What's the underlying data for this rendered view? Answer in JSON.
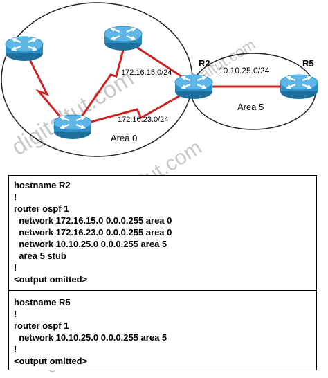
{
  "diagram": {
    "router_labels": {
      "r2": "R2",
      "r5": "R5"
    },
    "link_labels": {
      "link_r2_top": "172.16.15.0/24",
      "link_r2_bottom": "172.16.23.0/24",
      "link_r2_r5": "10.10.25.0/24"
    },
    "area_labels": {
      "area0": "Area 0",
      "area5": "Area 5"
    },
    "colors": {
      "link": "#cc2222",
      "router_body": "#2a8fc4",
      "router_top": "#5db6e6",
      "router_arrows": "#ffffff"
    },
    "watermark": "digitaltut.com"
  },
  "configs": {
    "r2": [
      "hostname R2",
      "!",
      "router ospf 1",
      "  network 172.16.15.0 0.0.0.255 area 0",
      "  network 172.16.23.0 0.0.0.255 area 0",
      "  network 10.10.25.0 0.0.0.255 area 5",
      "  area 5 stub",
      "!",
      "<output omitted>"
    ],
    "r5": [
      "hostname R5",
      "!",
      "router ospf 1",
      "  network 10.10.25.0 0.0.0.255 area 5",
      "!",
      "<output omitted>"
    ]
  }
}
